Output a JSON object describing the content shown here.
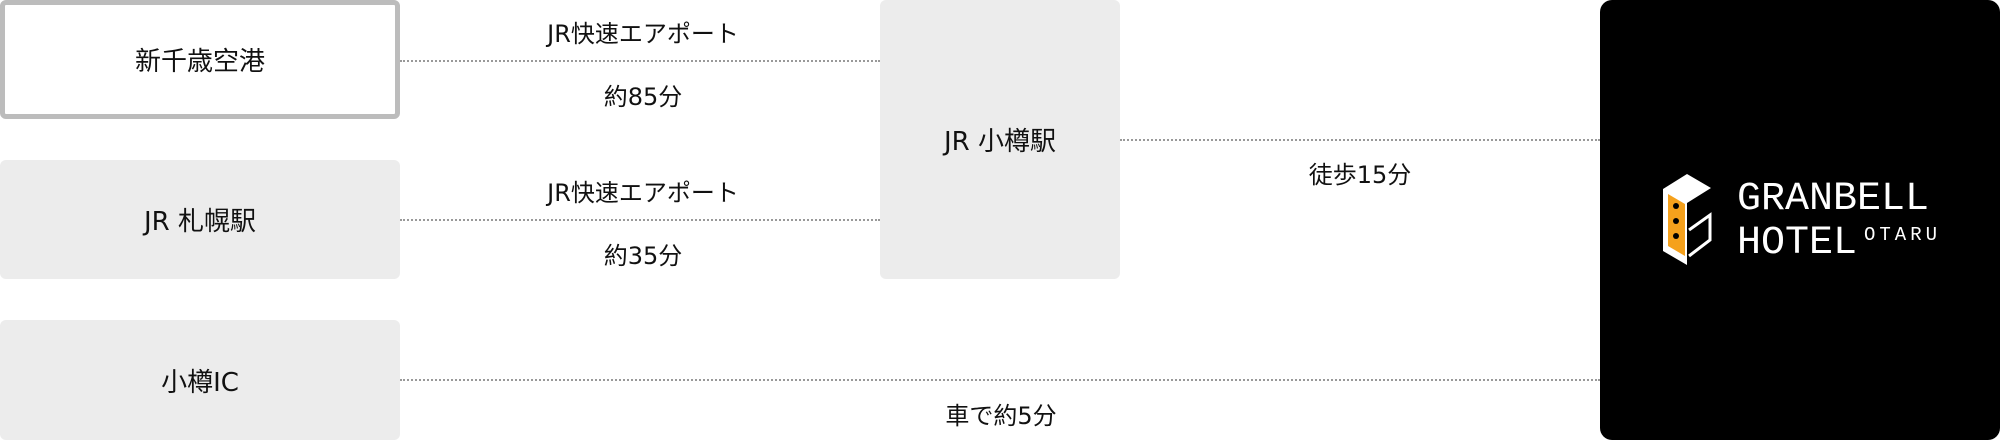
{
  "origins": [
    {
      "label": "新千歳空港",
      "route": "JR快速エアポート",
      "time": "約85分"
    },
    {
      "label": "JR 札幌駅",
      "route": "JR快速エアポート",
      "time": "約35分"
    },
    {
      "label": "小樽IC",
      "time": "車で約5分"
    }
  ],
  "station": {
    "label": "JR 小樽駅",
    "walk": "徒歩15分"
  },
  "hotel": {
    "logo_line1": "GRANBELL",
    "logo_line2": "HOTEL",
    "logo_sub": "OTARU"
  },
  "colors": {
    "accent": "#f5a11c",
    "hotel_bg": "#000000",
    "box_bg": "#ececec",
    "active_border": "#bcbcbc"
  }
}
